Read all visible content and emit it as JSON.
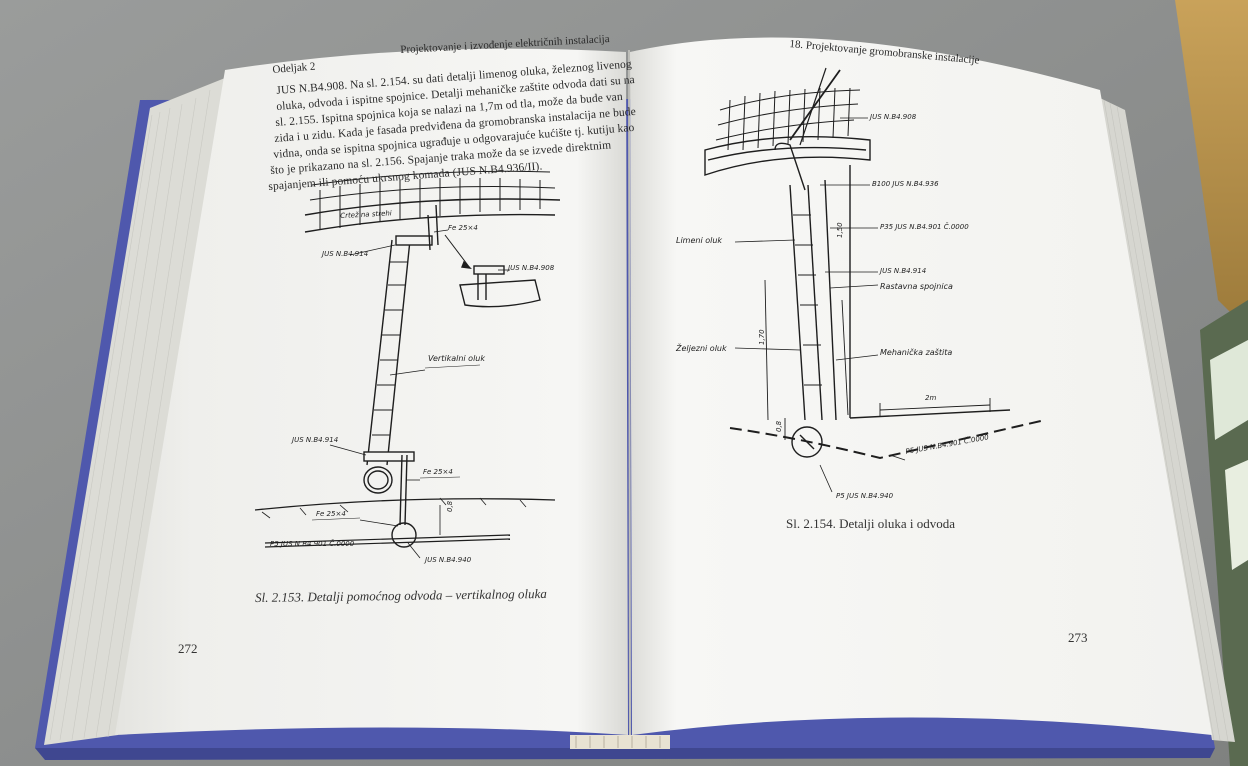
{
  "left_page": {
    "running_head_left": "Odeljak 2",
    "running_head_right": "Projektovanje i izvođenje električnih instalacija",
    "body_lines": [
      "JUS N.B4.908. Na sl. 2.154. su dati detalji limenog oluka, železnog livenog",
      "oluka, odvoda i ispitne spojnice. Detalji mehaničke zaštite odvoda dati su na",
      "sl. 2.155. Ispitna spojnica koja se nalazi na 1,7m od tla, može da bude van",
      "zida i u zidu. Kada je fasada predviđena da gromobranska instalacija ne bude",
      "vidna, onda se ispitna spojnica ugrađuje u odgovarajuće kućište tj. kutiju kao",
      "što je prikazano na sl. 2.156. Spajanje traka može da se izvede direktnim",
      "spajanjem ili pomoću ukrsnog komada (JUS N.B4.936/II)."
    ],
    "figure_caption": "Sl. 2.153. Detalji pomoćnog odvoda – vertikalnog oluka",
    "page_number": "272",
    "figure_labels": {
      "roof": "Crtež na strehi",
      "fe_top": "Fe 25×4",
      "jus_914_top": "JUS N.B4.914",
      "jus_908": "JUS N.B4.908",
      "vertical": "Vertikalni oluk",
      "jus_914_bottom": "JUS N.B4.914",
      "fe_mid": "Fe 25×4",
      "fe_low": "Fe 25×4",
      "depth": "0,8",
      "psjus": "P5 JUS N.B4.901 Č.0000",
      "jus_940": "JUS N.B4.940"
    }
  },
  "right_page": {
    "running_head": "18. Projektovanje gromobranske instalacije",
    "figure_caption": "Sl. 2.154. Detalji oluka i odvoda",
    "page_number": "273",
    "figure_labels": {
      "jus_908": "JUS N.B4.908",
      "b_jus_936": "B100 JUS N.B4.936",
      "limeni": "Limeni oluk",
      "p35_jus": "P35 JUS N.B4.901 Č.0000",
      "jus_914": "JUS N.B4.914",
      "rastavna": "Rastavna spojnica",
      "zeljezni": "Željezni oluk",
      "mehanicka": "Mehanička zaštita",
      "d_150": "1,50",
      "d_170": "1,70",
      "d_08": "0,8",
      "d_2m": "2m",
      "p5_jus_901": "P5 JUS N.B4.901 Č.0000",
      "p5_jus_940": "P5 JUS N.B4.940"
    }
  },
  "colors": {
    "cover": "#5a63b5",
    "page": "#f4f4f2",
    "table": "#8f9190"
  }
}
